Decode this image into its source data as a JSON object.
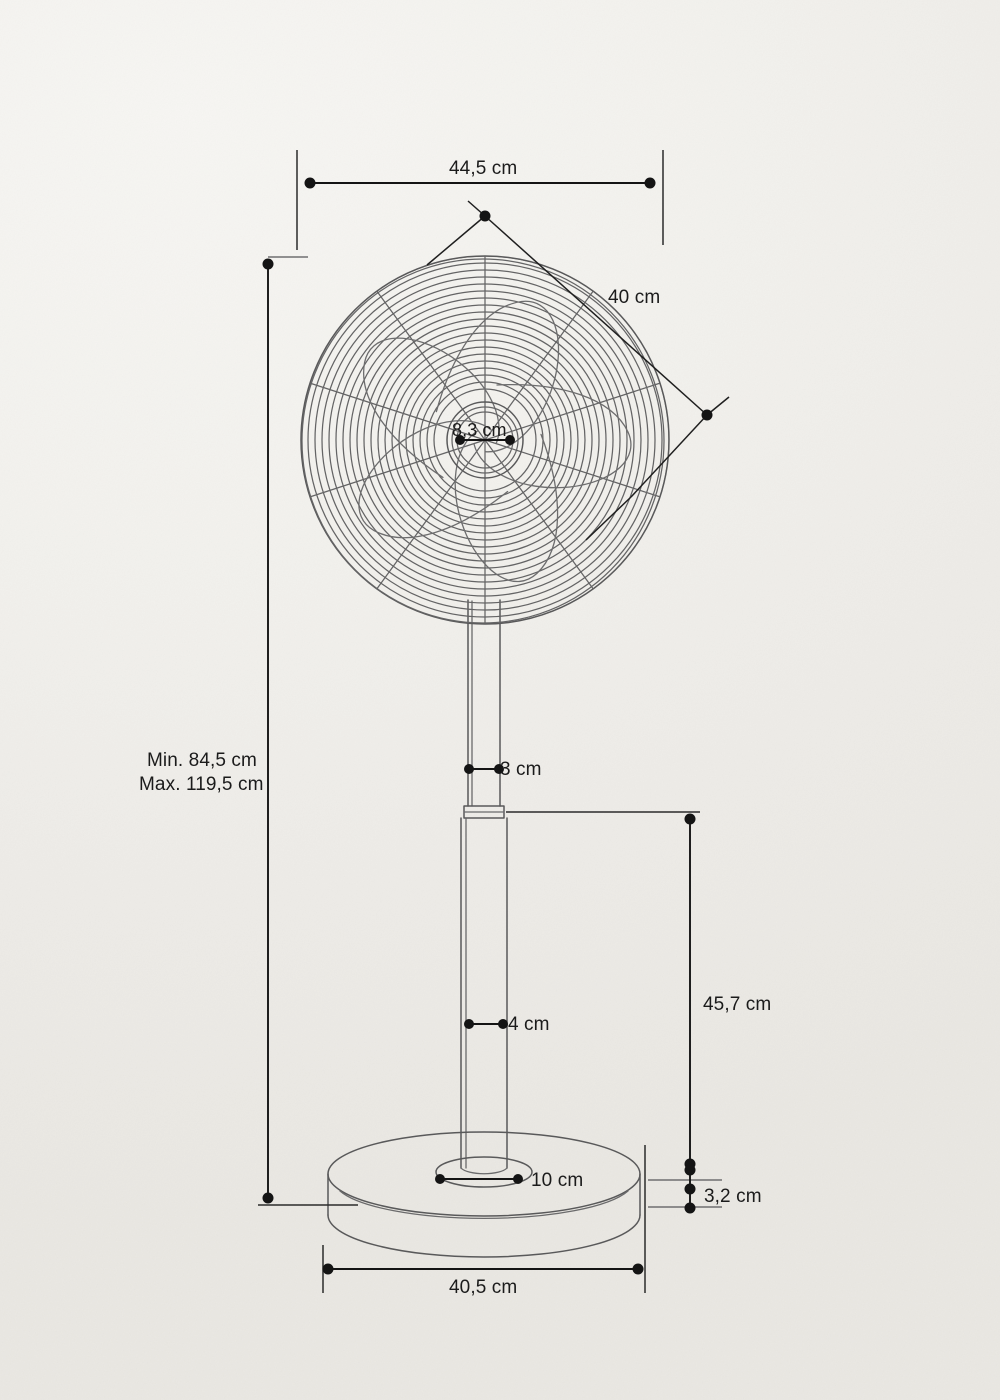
{
  "document": {
    "type": "technical-dimension-drawing",
    "subject": "pedestal-standing-fan",
    "unit": "cm",
    "background_color": "#f2f1ed",
    "line_color": "#555553",
    "dimension_color": "#1b1b1b"
  },
  "dimensions": {
    "overall_width": {
      "label": "44,5 cm",
      "value": 44.5,
      "unit": "cm",
      "orientation": "horizontal",
      "description": "fan head overall width, top of drawing"
    },
    "blade_diameter": {
      "label": "40 cm",
      "value": 40,
      "unit": "cm",
      "orientation": "diagonal",
      "description": "fan grille / blade diameter measured diagonally"
    },
    "hub_diameter": {
      "label": "8,3 cm",
      "value": 8.3,
      "unit": "cm",
      "orientation": "horizontal",
      "description": "central motor hub diameter"
    },
    "height_range": {
      "label_min": "Min. 84,5 cm",
      "label_max": "Max. 119,5 cm",
      "min_value": 84.5,
      "max_value": 119.5,
      "unit": "cm",
      "orientation": "vertical",
      "description": "adjustable total height range"
    },
    "upper_pole_diameter": {
      "label": "3 cm",
      "value": 3,
      "unit": "cm",
      "orientation": "horizontal",
      "description": "upper telescoping pole diameter"
    },
    "lower_pole_diameter": {
      "label": "4 cm",
      "value": 4,
      "unit": "cm",
      "orientation": "horizontal",
      "description": "lower pole diameter"
    },
    "lower_section_height": {
      "label": "45,7 cm",
      "value": 45.7,
      "unit": "cm",
      "orientation": "vertical",
      "description": "height from base top to lower pole joint"
    },
    "base_thickness": {
      "label": "3,2 cm",
      "value": 3.2,
      "unit": "cm",
      "orientation": "vertical",
      "description": "base disc thickness"
    },
    "base_collar_diameter": {
      "label": "10 cm",
      "value": 10,
      "unit": "cm",
      "orientation": "horizontal",
      "description": "inner collar diameter on base"
    },
    "base_diameter": {
      "label": "40,5 cm",
      "value": 40.5,
      "unit": "cm",
      "orientation": "horizontal",
      "description": "base disc outer diameter"
    }
  }
}
